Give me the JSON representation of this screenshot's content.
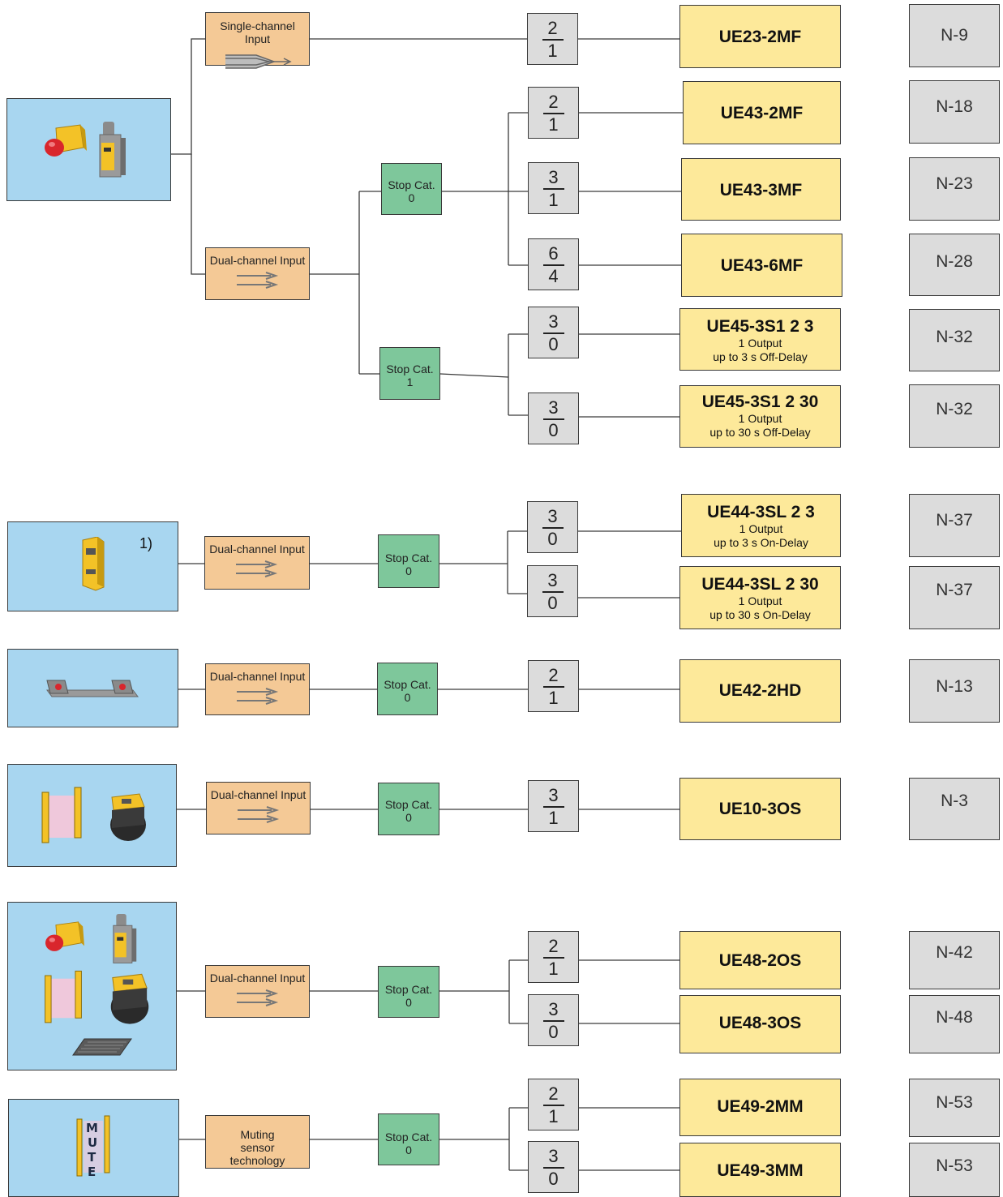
{
  "inputs": {
    "single": "Single-channel Input",
    "dual": "Dual-channel Input",
    "muting": "Muting sensor technology"
  },
  "stop_categories": {
    "cat0_label": "Stop Cat.",
    "cat0_value": "0",
    "cat1_value": "1"
  },
  "contacts": [
    {
      "num": "2",
      "den": "1"
    },
    {
      "num": "2",
      "den": "1"
    },
    {
      "num": "3",
      "den": "1"
    },
    {
      "num": "6",
      "den": "4"
    },
    {
      "num": "3",
      "den": "0"
    },
    {
      "num": "3",
      "den": "0"
    },
    {
      "num": "3",
      "den": "0"
    },
    {
      "num": "3",
      "den": "0"
    },
    {
      "num": "2",
      "den": "1"
    },
    {
      "num": "3",
      "den": "1"
    },
    {
      "num": "2",
      "den": "1"
    },
    {
      "num": "3",
      "den": "0"
    },
    {
      "num": "2",
      "den": "1"
    },
    {
      "num": "3",
      "den": "0"
    }
  ],
  "products": [
    {
      "name": "UE23-2MF",
      "ref": "N-9"
    },
    {
      "name": "UE43-2MF",
      "ref": "N-18"
    },
    {
      "name": "UE43-3MF",
      "ref": "N-23"
    },
    {
      "name": "UE43-6MF",
      "ref": "N-28"
    },
    {
      "name": "UE45-3S1 2 3",
      "line1": "1 Output",
      "line2": "up to 3 s Off-Delay",
      "ref": "N-32"
    },
    {
      "name": "UE45-3S1 2 30",
      "line1": "1 Output",
      "line2": "up to 30 s Off-Delay",
      "ref": "N-32"
    },
    {
      "name": "UE44-3SL 2 3",
      "line1": "1 Output",
      "line2": "up to 3 s On-Delay",
      "ref": "N-37"
    },
    {
      "name": "UE44-3SL 2 30",
      "line1": "1 Output",
      "line2": "up to 30 s On-Delay",
      "ref": "N-37"
    },
    {
      "name": "UE42-2HD",
      "ref": "N-13"
    },
    {
      "name": "UE10-3OS",
      "ref": "N-3"
    },
    {
      "name": "UE48-2OS",
      "ref": "N-42"
    },
    {
      "name": "UE48-3OS",
      "ref": "N-48"
    },
    {
      "name": "UE49-2MM",
      "ref": "N-53"
    },
    {
      "name": "UE49-3MM",
      "ref": "N-53"
    }
  ],
  "footnote": "1)",
  "colors": {
    "device_panel": "#a8d6f0",
    "input_box": "#f4c996",
    "stop_cat_box": "#7ec79b",
    "contact_box": "#dcdcdc",
    "product_box": "#fde99a",
    "ref_box": "#dcdcdc",
    "line": "#3a3a3a"
  },
  "icons": {
    "row1": [
      "emergency-stop-icon",
      "safety-switch-icon"
    ],
    "row2": [
      "safety-relay-icon"
    ],
    "row3": [
      "two-hand-control-icon"
    ],
    "row4": [
      "light-curtain-icon",
      "laser-scanner-icon"
    ],
    "row5": [
      "emergency-stop-icon",
      "safety-switch-icon",
      "light-curtain-icon",
      "laser-scanner-icon",
      "safety-mat-icon"
    ],
    "row6": [
      "muting-light-curtain-icon"
    ]
  }
}
